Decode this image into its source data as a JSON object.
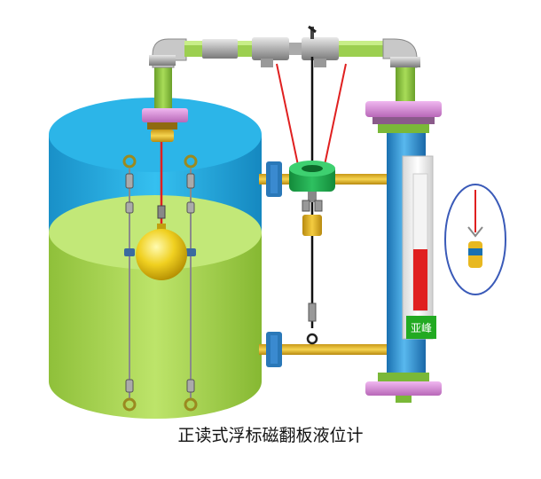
{
  "title": "正读式浮标磁翻板液位计",
  "brand_label": "亚峰",
  "indicator_level": 0.45,
  "colors": {
    "tank_top": "#1fa8d8",
    "tank_bottom": "#a8d84a",
    "gold": "#e8b820",
    "pipe_green": "#8dc63f",
    "flange_pink": "#d88ed8",
    "indicator_red": "#e02020",
    "indicator_green": "#22aa22"
  }
}
